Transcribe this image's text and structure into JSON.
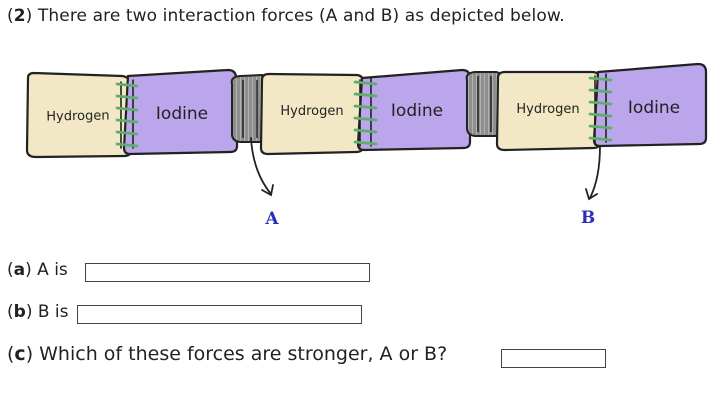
{
  "question": {
    "number": "2",
    "text": " There are two interaction forces (A and B) as depicted below."
  },
  "diagram": {
    "molecules": [
      {
        "left": "Hydrogen",
        "right": "Iodine"
      },
      {
        "left": "Hydrogen",
        "right": "Iodine"
      },
      {
        "left": "Hydrogen",
        "right": "Iodine"
      }
    ],
    "force_a_label": "A",
    "force_b_label": "B",
    "colors": {
      "hydrogen": "#f3e8c6",
      "iodine": "#bba6eb",
      "covalent_bond": "#5fae6e",
      "intermolecular": "#9a9a9a",
      "force_label": "#2b30b8"
    }
  },
  "parts": [
    {
      "letter": "a",
      "text": " A is",
      "value": ""
    },
    {
      "letter": "b",
      "text": " B is",
      "value": ""
    },
    {
      "letter": "c",
      "text": " Which of these forces are stronger, A or B?",
      "value": ""
    }
  ]
}
